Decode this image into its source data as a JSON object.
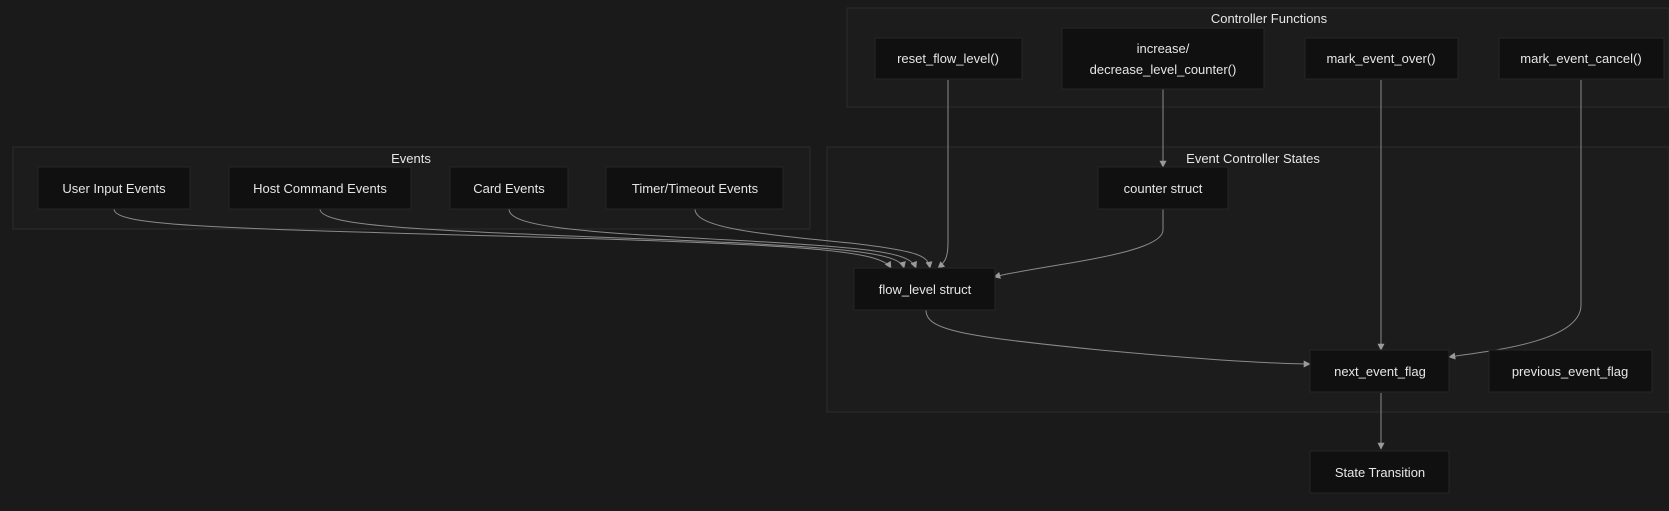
{
  "groups": {
    "controller_functions": "Controller Functions",
    "events": "Events",
    "event_controller_states": "Event Controller States"
  },
  "nodes": {
    "reset_flow_level": "reset_flow_level()",
    "inc_dec_line1": "increase/",
    "inc_dec_line2": "decrease_level_counter()",
    "mark_event_over": "mark_event_over()",
    "mark_event_cancel": "mark_event_cancel()",
    "user_input_events": "User Input Events",
    "host_command_events": "Host Command Events",
    "card_events": "Card Events",
    "timer_timeout_events": "Timer/Timeout Events",
    "counter_struct": "counter struct",
    "flow_level_struct": "flow_level struct",
    "next_event_flag": "next_event_flag",
    "previous_event_flag": "previous_event_flag",
    "state_transition": "State Transition"
  },
  "colors": {
    "background": "#1a1a1a",
    "group_fill": "#1c1c1c",
    "node_fill": "#101010",
    "edge": "#8a8a8a",
    "text": "#e6e6e6"
  }
}
